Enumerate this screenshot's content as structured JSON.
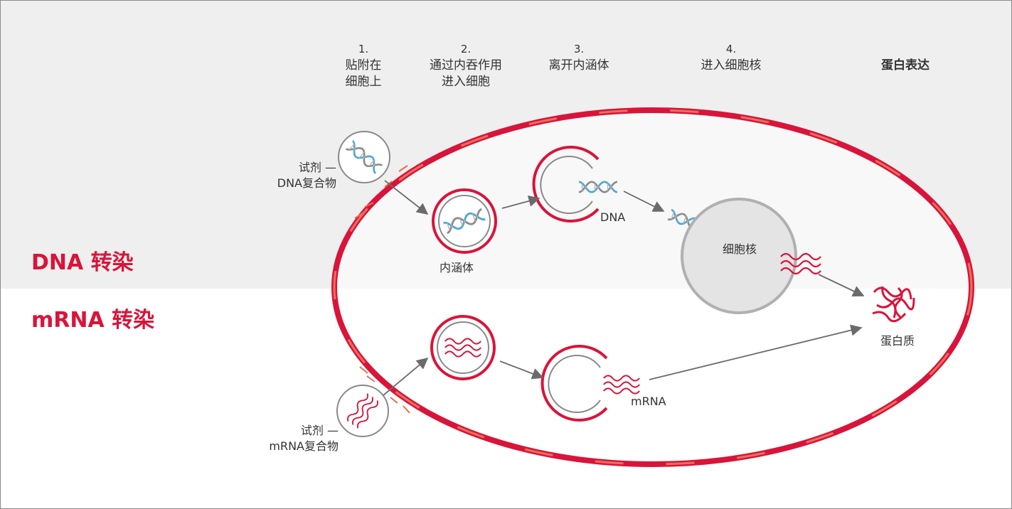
{
  "steps": [
    {
      "number": "1.",
      "line1": "贴附在",
      "line2": "细胞上"
    },
    {
      "number": "2.",
      "line1": "通过内吞作用",
      "line2": "进入细胞"
    },
    {
      "number": "3.",
      "line1": "离开内涵体"
    },
    {
      "number": "4.",
      "line1": "进入细胞核"
    },
    {
      "line1": "蛋白表达"
    }
  ],
  "sections": {
    "dna_title": "DNA 转染",
    "mrna_title": "mRNA 转染"
  },
  "labels": {
    "dna_reagent_line1": "试剂 —",
    "dna_reagent_line2": "DNA复合物",
    "endosome": "内涵体",
    "dna": "DNA",
    "nucleus": "细胞核",
    "protein": "蛋白质",
    "mrna_reagent_line1": "试剂 —",
    "mrna_reagent_line2": "mRNA复合物",
    "mrna": "mRNA"
  },
  "colors": {
    "accent_red": "#d9143a",
    "membrane_pattern": "#e9705a",
    "dna_strand_blue": "#4fa8d8",
    "neutral_gray": "#8a8a8a",
    "top_band_background": "#efefef",
    "nucleus_fill": "#e4e4e4"
  },
  "icons": [
    "dna-icon",
    "mrna-icon",
    "protein-icon"
  ]
}
